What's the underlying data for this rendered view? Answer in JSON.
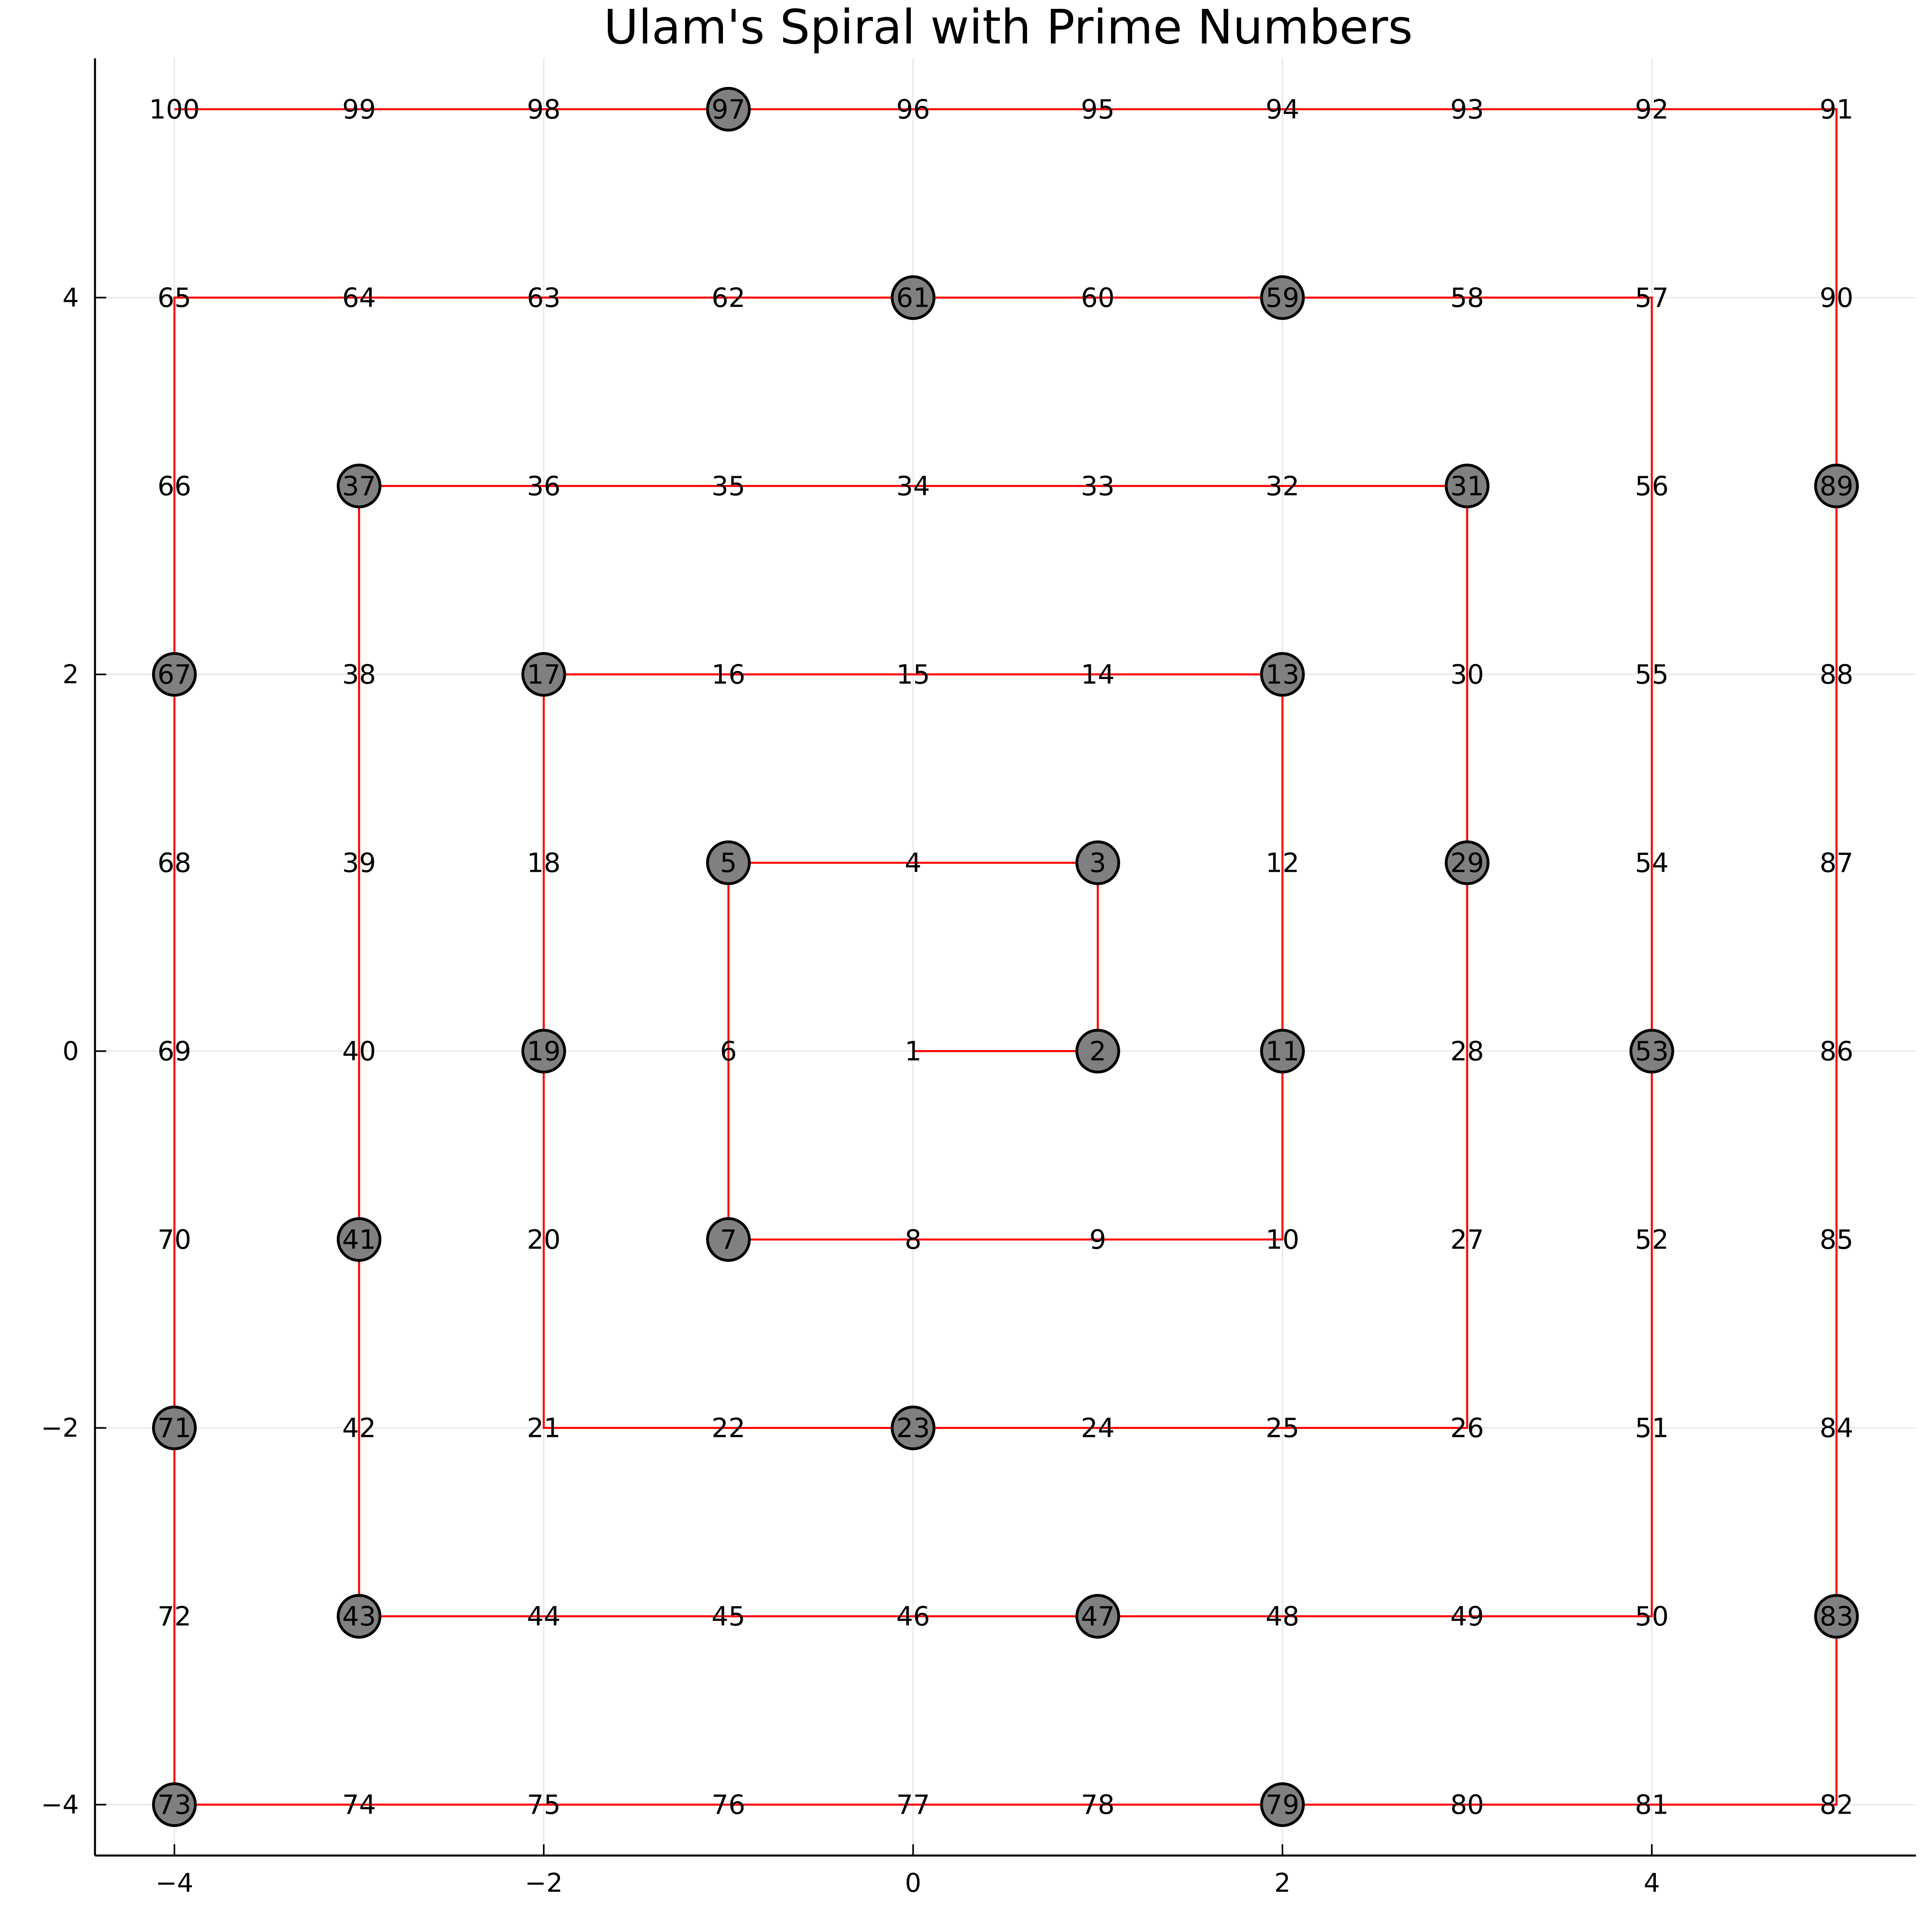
{
  "chart_data": {
    "type": "scatter",
    "title": "Ulam's Spiral with Prime Numbers",
    "xlabel": "",
    "ylabel": "",
    "xlim": [
      -4.43,
      5.43
    ],
    "ylim": [
      -4.27,
      5.27
    ],
    "xticks": [
      -4,
      -2,
      0,
      2,
      4
    ],
    "yticks": [
      -4,
      -2,
      0,
      2,
      4
    ],
    "xtick_labels": [
      "−4",
      "−2",
      "0",
      "2",
      "4"
    ],
    "ytick_labels": [
      "−4",
      "−2",
      "0",
      "2",
      "4"
    ],
    "grid": true,
    "legend": "none",
    "colors": {
      "path": "#ff0000",
      "prime_marker_fill": "#808080",
      "prime_marker_stroke": "#000000",
      "grid": "#e6e6e6",
      "axis": "#000000"
    },
    "spiral": {
      "n": [
        1,
        2,
        3,
        4,
        5,
        6,
        7,
        8,
        9,
        10,
        11,
        12,
        13,
        14,
        15,
        16,
        17,
        18,
        19,
        20,
        21,
        22,
        23,
        24,
        25,
        26,
        27,
        28,
        29,
        30,
        31,
        32,
        33,
        34,
        35,
        36,
        37,
        38,
        39,
        40,
        41,
        42,
        43,
        44,
        45,
        46,
        47,
        48,
        49,
        50,
        51,
        52,
        53,
        54,
        55,
        56,
        57,
        58,
        59,
        60,
        61,
        62,
        63,
        64,
        65,
        66,
        67,
        68,
        69,
        70,
        71,
        72,
        73,
        74,
        75,
        76,
        77,
        78,
        79,
        80,
        81,
        82,
        83,
        84,
        85,
        86,
        87,
        88,
        89,
        90,
        91,
        92,
        93,
        94,
        95,
        96,
        97,
        98,
        99,
        100
      ],
      "x": [
        0,
        1,
        1,
        0,
        -1,
        -1,
        -1,
        0,
        1,
        2,
        2,
        2,
        2,
        1,
        0,
        -1,
        -2,
        -2,
        -2,
        -2,
        -2,
        -1,
        0,
        1,
        2,
        3,
        3,
        3,
        3,
        3,
        3,
        2,
        1,
        0,
        -1,
        -2,
        -3,
        -3,
        -3,
        -3,
        -3,
        -3,
        -3,
        -2,
        -1,
        0,
        1,
        2,
        3,
        4,
        4,
        4,
        4,
        4,
        4,
        4,
        4,
        3,
        2,
        1,
        0,
        -1,
        -2,
        -3,
        -4,
        -4,
        -4,
        -4,
        -4,
        -4,
        -4,
        -4,
        -4,
        -3,
        -2,
        -1,
        0,
        1,
        2,
        3,
        4,
        5,
        5,
        5,
        5,
        5,
        5,
        5,
        5,
        5,
        5,
        4,
        3,
        2,
        1,
        0,
        -1,
        -2,
        -3,
        -4
      ],
      "y": [
        0,
        0,
        1,
        1,
        1,
        0,
        -1,
        -1,
        -1,
        -1,
        0,
        1,
        2,
        2,
        2,
        2,
        2,
        1,
        0,
        -1,
        -2,
        -2,
        -2,
        -2,
        -2,
        -2,
        -1,
        0,
        1,
        2,
        3,
        3,
        3,
        3,
        3,
        3,
        3,
        2,
        1,
        0,
        -1,
        -2,
        -3,
        -3,
        -3,
        -3,
        -3,
        -3,
        -3,
        -3,
        -2,
        -1,
        0,
        1,
        2,
        3,
        4,
        4,
        4,
        4,
        4,
        4,
        4,
        4,
        4,
        3,
        2,
        1,
        0,
        -1,
        -2,
        -3,
        -4,
        -4,
        -4,
        -4,
        -4,
        -4,
        -4,
        -4,
        -4,
        -4,
        -3,
        -2,
        -1,
        0,
        1,
        2,
        3,
        4,
        5,
        5,
        5,
        5,
        5,
        5,
        5,
        5,
        5,
        5
      ],
      "labels": [
        "1",
        "2",
        "3",
        "4",
        "5",
        "6",
        "7",
        "8",
        "9",
        "10",
        "11",
        "12",
        "13",
        "14",
        "15",
        "16",
        "17",
        "18",
        "19",
        "20",
        "21",
        "22",
        "23",
        "24",
        "25",
        "26",
        "27",
        "28",
        "29",
        "30",
        "31",
        "32",
        "33",
        "34",
        "35",
        "36",
        "37",
        "38",
        "39",
        "40",
        "41",
        "42",
        "43",
        "44",
        "45",
        "46",
        "47",
        "48",
        "49",
        "50",
        "51",
        "52",
        "53",
        "54",
        "55",
        "56",
        "57",
        "58",
        "59",
        "60",
        "61",
        "62",
        "63",
        "64",
        "65",
        "66",
        "67",
        "68",
        "69",
        "70",
        "71",
        "72",
        "73",
        "74",
        "75",
        "76",
        "77",
        "78",
        "79",
        "80",
        "81",
        "82",
        "83",
        "84",
        "85",
        "86",
        "87",
        "88",
        "89",
        "90",
        "91",
        "92",
        "93",
        "94",
        "95",
        "96",
        "97",
        "98",
        "99",
        "100"
      ]
    },
    "primes": [
      2,
      3,
      5,
      7,
      11,
      13,
      17,
      19,
      23,
      29,
      31,
      37,
      41,
      43,
      47,
      53,
      59,
      61,
      67,
      71,
      73,
      79,
      83,
      89,
      97
    ]
  }
}
